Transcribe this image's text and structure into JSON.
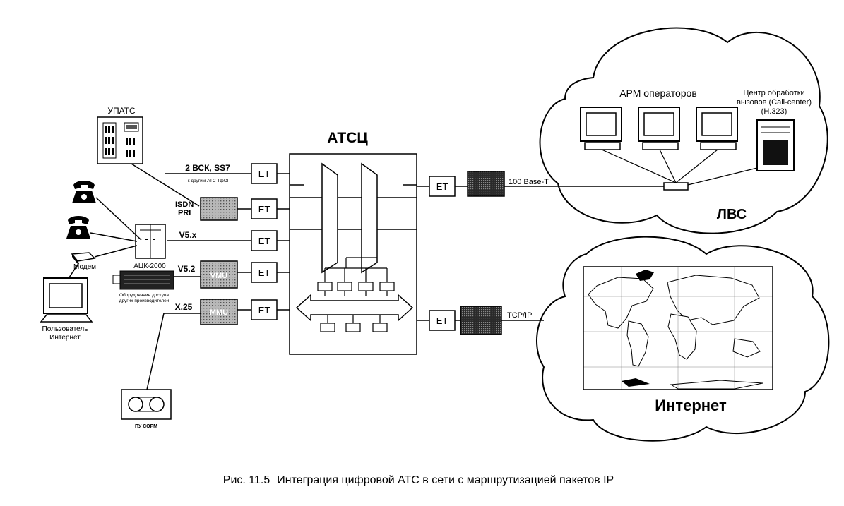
{
  "colors": {
    "ink": "#000000",
    "paper": "#ffffff",
    "gray_box": "#9a9a9a",
    "dark_box": "#3a3a3a"
  },
  "title": "АТСЦ",
  "caption": {
    "number": "Рис. 11.5",
    "text": "Интеграция цифровой АТС в сети с маршрутизацией пакетов IP"
  },
  "left": {
    "upats": "УПАТС",
    "link_2vsk": "2 ВСК, SS7",
    "link_2vsk_note": "к другим АТС ТфОП",
    "isdn": "ISDN",
    "pri": "PRI",
    "v5x": "V5.x",
    "v52": "V5.2",
    "x25": "X.25",
    "adk": "АЦК-2000",
    "adk_note_1": "Оборудование доступа",
    "adk_note_2": "других производителей",
    "modem": "Модем",
    "user_1": "Пользователь",
    "user_2": "Интернет",
    "pu_sorm": "ПУ СОРМ",
    "vmu": "VMU",
    "mmu": "MMU"
  },
  "et": [
    "ET",
    "ET",
    "ET",
    "ET",
    "ET",
    "ET",
    "ET"
  ],
  "lan": {
    "arm": "АРМ операторов",
    "callcenter_1": "Центр обработки",
    "callcenter_2": "вызовов (Call-center)",
    "callcenter_3": "(H.323)",
    "link": "100 Base-T",
    "label": "ЛВС"
  },
  "internet": {
    "link": "TCP/IP",
    "label": "Интернет"
  }
}
